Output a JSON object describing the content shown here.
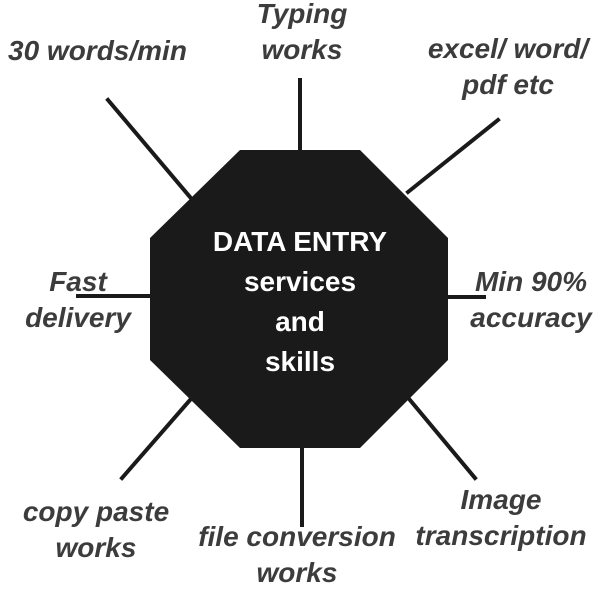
{
  "center": {
    "lines": [
      "DATA ENTRY",
      "services",
      "and",
      "skills"
    ]
  },
  "nodes": {
    "typing": [
      "Typing",
      "works"
    ],
    "excel": [
      "excel/ word/",
      "pdf etc"
    ],
    "speed": [
      "30 words/min"
    ],
    "fast": [
      "Fast",
      "delivery"
    ],
    "accuracy": [
      "Min 90%",
      "accuracy"
    ],
    "copy": [
      "copy paste",
      "works"
    ],
    "file": [
      "file conversion",
      "works"
    ],
    "image": [
      "Image",
      "transcription"
    ]
  },
  "colors": {
    "octagon": "#1a1a1a",
    "label_text": "#3c3c3c",
    "center_text": "#ffffff",
    "background": "#ffffff"
  }
}
